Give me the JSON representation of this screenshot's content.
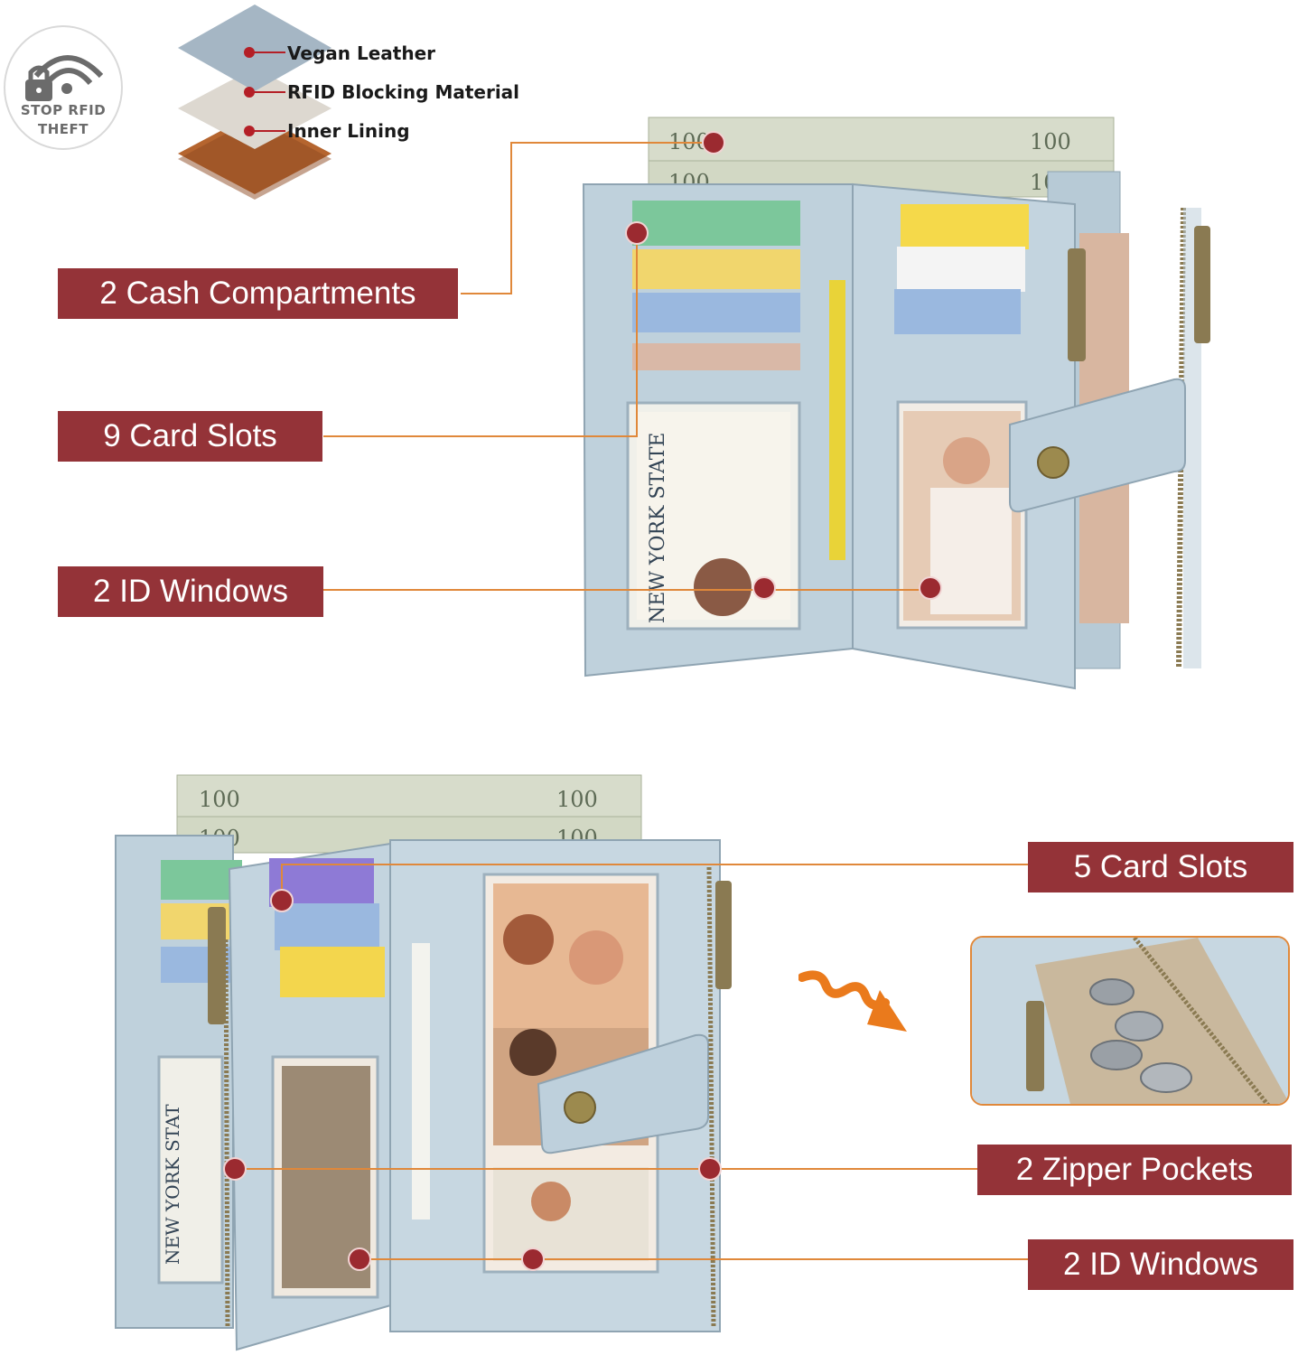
{
  "badge": {
    "text_line1": "STOP RFID",
    "text_line2": "THEFT"
  },
  "layers": [
    {
      "label": "Vegan Leather"
    },
    {
      "label": "RFID Blocking Material"
    },
    {
      "label": "Inner Lining"
    }
  ],
  "top_features": [
    {
      "label": "2 Cash Compartments"
    },
    {
      "label": "9 Card Slots"
    },
    {
      "label": "2 ID Windows"
    }
  ],
  "bottom_features": [
    {
      "label": "5 Card Slots"
    },
    {
      "label": "2 Zipper Pockets"
    },
    {
      "label": "2 ID Windows"
    }
  ],
  "colors": {
    "label_bg": "#943338",
    "leader_line": "#e0883a",
    "wallet": "#b9cdd9",
    "arrow": "#ea7a1c"
  }
}
